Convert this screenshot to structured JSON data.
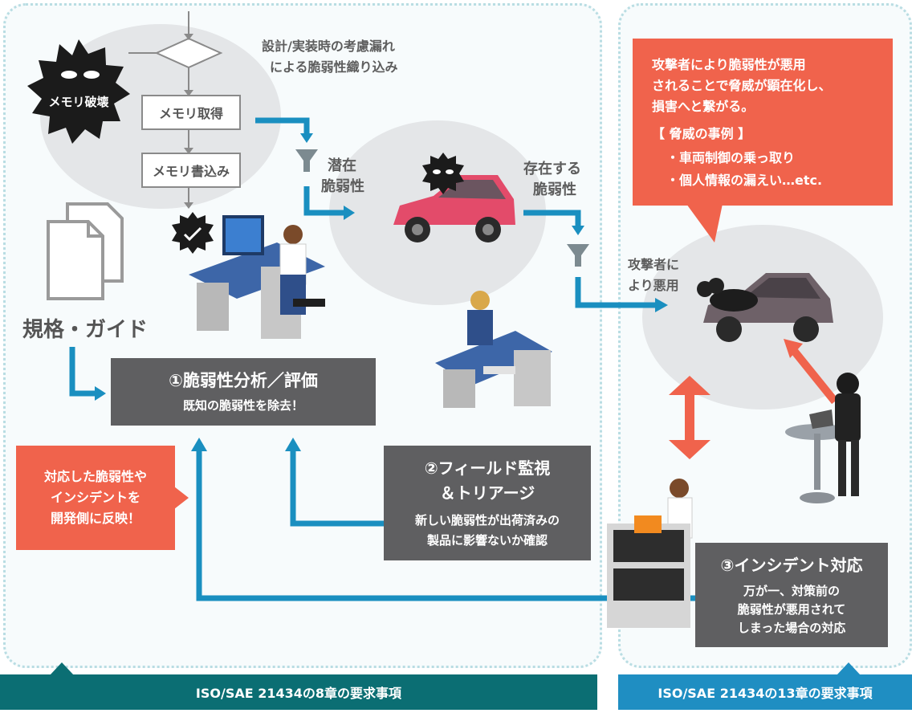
{
  "flowchart": {
    "process_1": "メモリ取得",
    "process_2": "メモリ書込み",
    "note_line1": "設計/実装時の考慮漏れ",
    "note_line2": "による脆弱性織り込み"
  },
  "memory_badge": "メモリ破壊",
  "standards_label": "規格・ガイド",
  "latent_label": {
    "line1": "潜在",
    "line2": "脆弱性"
  },
  "existing_label": {
    "line1": "存在する",
    "line2": "脆弱性"
  },
  "exploited_label": {
    "line1": "攻撃者に",
    "line2": "より悪用"
  },
  "step1": {
    "title": "①脆弱性分析／評価",
    "body": "既知の脆弱性を除去！"
  },
  "step2": {
    "title1": "②フィールド監視",
    "title2": "＆トリアージ",
    "body1": "新しい脆弱性が出荷済みの",
    "body2": "製品に影響ないか確認"
  },
  "step3": {
    "title": "③インシデント対応",
    "body1": "万が一、対策前の",
    "body2": "脆弱性が悪用されて",
    "body3": "しまった場合の対応"
  },
  "feedback_note": {
    "line1": "対応した脆弱性や",
    "line2": "インシデントを",
    "line3": "開発側に反映！"
  },
  "threat_bubble": {
    "line1": "攻撃者により脆弱性が悪用",
    "line2": "されることで脅威が顕在化し、",
    "line3": "損害へと繋がる。",
    "examples_title": "【 脅威の事例 】",
    "example1": "・車両制御の乗っ取り",
    "example2": "・個人情報の漏えい…etc."
  },
  "footer": {
    "left": "ISO/SAE 21434の8章の要求事項",
    "right": "ISO/SAE 21434の13章の要求事項"
  },
  "colors": {
    "arrow_blue": "#1a8fc0",
    "accent_red": "#f0634c",
    "box_dark": "#5f5f61",
    "footer_left": "#0b6e73",
    "footer_right": "#1f8ec2",
    "panel_border": "#b9dde3"
  },
  "icons": [
    "virus-icon",
    "document-icon",
    "filter-funnel-icon",
    "car-icon",
    "engineer-icon",
    "hacker-icon"
  ]
}
